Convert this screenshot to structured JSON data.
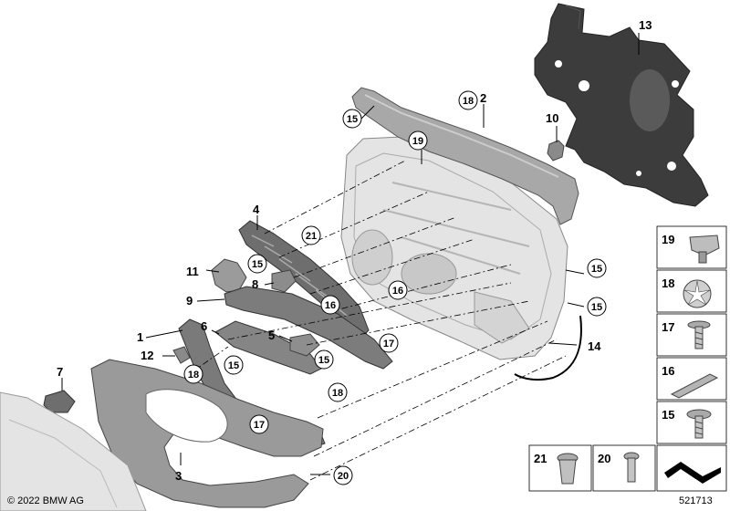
{
  "callouts": {
    "c1": "1",
    "c2": "2",
    "c3": "3",
    "c4": "4",
    "c5": "5",
    "c6": "6",
    "c7": "7",
    "c8": "8",
    "c9": "9",
    "c10": "10",
    "c11": "11",
    "c12": "12",
    "c13": "13",
    "c14": "14"
  },
  "circled": {
    "c15": "15",
    "c16": "16",
    "c17": "17",
    "c18": "18",
    "c19": "19",
    "c20": "20",
    "c21": "21"
  },
  "legend": {
    "l19": "19",
    "l18": "18",
    "l17": "17",
    "l16": "16",
    "l15": "15",
    "l21": "21",
    "l20": "20"
  },
  "copyright": "© 2022 BMW AG",
  "diagram_id": "521713",
  "colors": {
    "part_gray": "#9a9a9a",
    "part_light": "#d6d6d6",
    "part_dark": "#3c3c3c",
    "line": "#000000"
  }
}
